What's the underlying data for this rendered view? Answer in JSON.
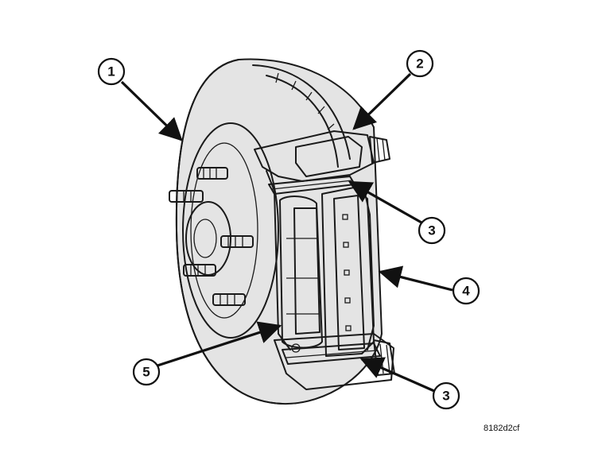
{
  "figure": {
    "reference_code": "8182d2cf"
  },
  "callouts": [
    {
      "label": "1",
      "part": "rotor"
    },
    {
      "label": "2",
      "part": "caliper"
    },
    {
      "label": "3",
      "part": "upper-slide-clip"
    },
    {
      "label": "4",
      "part": "outer-pad"
    },
    {
      "label": "5",
      "part": "inner-pad"
    },
    {
      "label": "3",
      "part": "lower-slide-clip"
    }
  ],
  "colors": {
    "line": "#1a1a1a",
    "shade": "#e4e4e4",
    "background": "#ffffff"
  }
}
